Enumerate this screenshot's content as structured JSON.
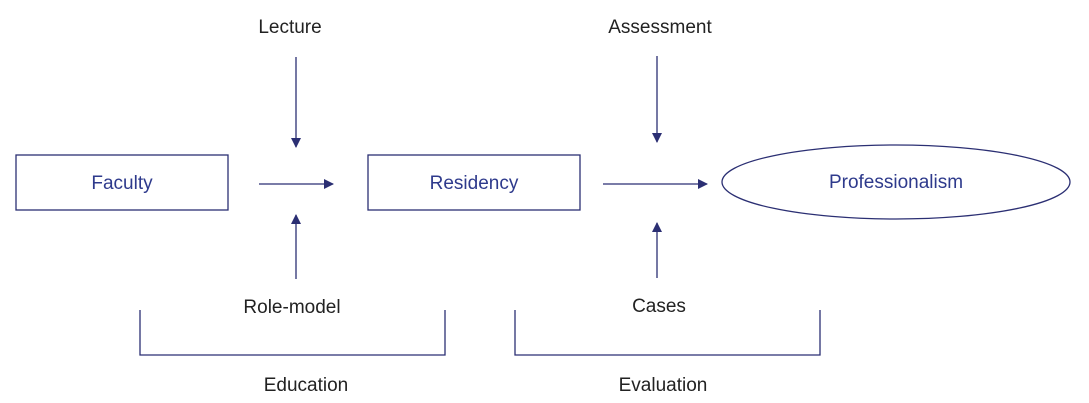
{
  "colors": {
    "stroke": "#2b2f73",
    "node_text": "#2e3a8c",
    "label_text": "#222222",
    "bracket": "#2b2f73",
    "background": "#ffffff"
  },
  "nodes": {
    "faculty": "Faculty",
    "residency": "Residency",
    "professionalism": "Professionalism"
  },
  "inputs": {
    "lecture": "Lecture",
    "role_model": "Role-model",
    "assessment": "Assessment",
    "cases": "Cases"
  },
  "groups": {
    "education": "Education",
    "evaluation": "Evaluation"
  }
}
